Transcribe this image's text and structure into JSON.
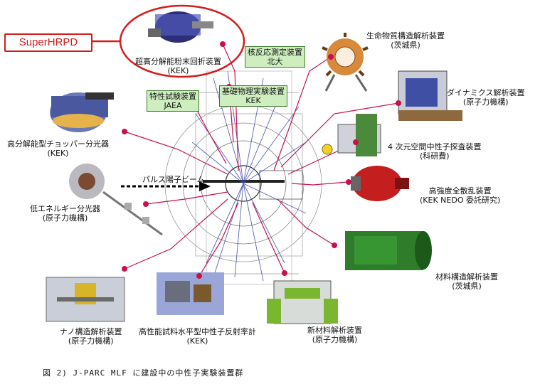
{
  "highlight_label": "SuperHRPD",
  "beam_label": "パルス陽子ビーム",
  "caption": "図 2)  J-PARC  MLF に建設中の中性子実験装置群",
  "colors": {
    "connector": "#c8104a",
    "highlight": "#d41c1c",
    "green_box_fill": "#cfeec0",
    "green_box_border": "#3c7a2e"
  },
  "instruments": [
    {
      "id": "superhrpd",
      "line1": "超高分解能粉末回折装置",
      "line2": "(KEK)"
    },
    {
      "id": "biological",
      "line1": "生命物質構造解析装置",
      "line2": "(茨城県)"
    },
    {
      "id": "dynamics",
      "line1": "ダイナミクス解析装置",
      "line2": "(原子力機構)"
    },
    {
      "id": "4d-space",
      "line1": "4 次元空間中性子探査装置",
      "line2": "(科研費)"
    },
    {
      "id": "high-intensity",
      "line1": "高強度全散乱装置",
      "line2": "(KEK NEDO 委託研究)"
    },
    {
      "id": "materials-structure",
      "line1": "材料構造解析装置",
      "line2": "(茨城県)"
    },
    {
      "id": "new-materials",
      "line1": "新材料解析装置",
      "line2": "(原子力機構)"
    },
    {
      "id": "reflectometer",
      "line1": "高性能試料水平型中性子反射率計",
      "line2": "(KEK)"
    },
    {
      "id": "nano-structure",
      "line1": "ナノ構造解析装置",
      "line2": "(原子力機構)"
    },
    {
      "id": "low-energy",
      "line1": "低エネルギー分光器",
      "line2": "(原子力機構)"
    },
    {
      "id": "high-resolution-chopper",
      "line1": "高分解能型チョッパー分光器",
      "line2": "(KEK)"
    }
  ],
  "green_boxes": [
    {
      "id": "nuclear",
      "line1": "核反応測定装置",
      "line2": "北大"
    },
    {
      "id": "characteristics",
      "line1": "特性試験装置",
      "line2": "JAEA"
    },
    {
      "id": "fundamental-physics",
      "line1": "基礎物理実験装置",
      "line2": "KEK"
    }
  ]
}
